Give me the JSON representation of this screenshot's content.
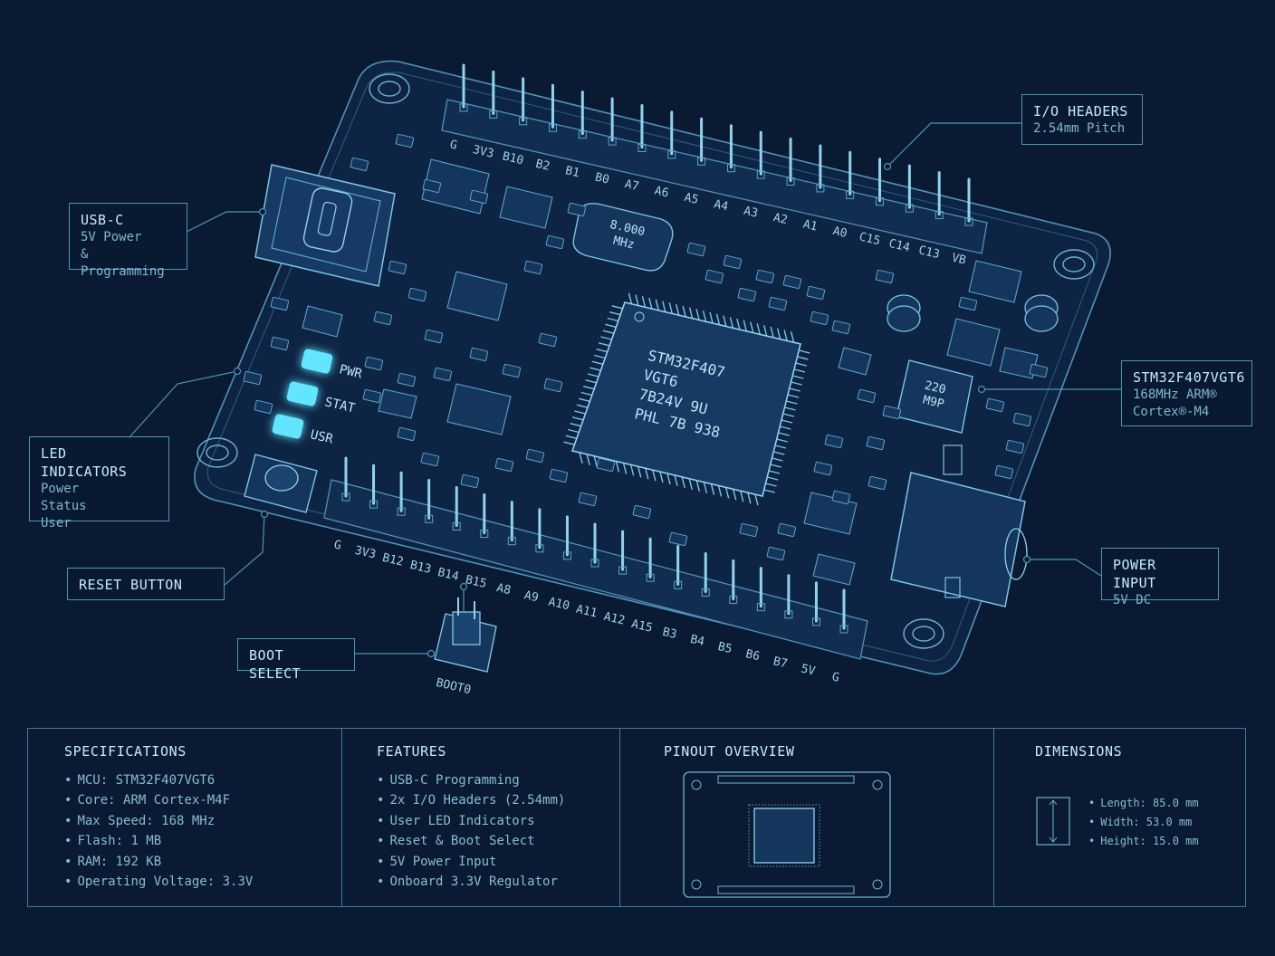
{
  "colors": {
    "background": "#0b1a33",
    "line": "#4f93b5",
    "accent": "#62e6ff",
    "led_glow": "#7ff3ff"
  },
  "board": {
    "top_header_pins": [
      "G",
      "3V3",
      "B10",
      "B2",
      "B1",
      "B0",
      "A7",
      "A6",
      "A5",
      "A4",
      "A3",
      "A2",
      "A1",
      "A0",
      "C15",
      "C14",
      "C13",
      "VB"
    ],
    "bottom_header_pins": [
      "G",
      "3V3",
      "B12",
      "B13",
      "B14",
      "B15",
      "A8",
      "A9",
      "A10",
      "A11",
      "A12",
      "A15",
      "B3",
      "B4",
      "B5",
      "B6",
      "B7",
      "5V",
      "G"
    ],
    "crystal_lines": [
      "8.000",
      "MHz"
    ],
    "chip_lines": [
      "STM32F407",
      "VGT6",
      "7B24V 9U",
      "PHL 7B 938"
    ],
    "inductor_lines": [
      "220",
      "M9P"
    ],
    "led_labels": [
      "PWR",
      "STAT",
      "USR"
    ],
    "boot_label": "BOOT0"
  },
  "callouts": {
    "io_headers": {
      "title": "I/O HEADERS",
      "lines": [
        "2.54mm Pitch"
      ]
    },
    "usb_c": {
      "title": "USB-C",
      "lines": [
        "5V Power",
        "& Programming"
      ]
    },
    "mcu": {
      "title": "STM32F407VGT6",
      "lines": [
        "168MHz ARM®",
        "Cortex®-M4"
      ]
    },
    "led_indicators": {
      "title": "LED INDICATORS",
      "lines": [
        "Power",
        "Status",
        "User"
      ]
    },
    "reset_button": {
      "title": "RESET BUTTON",
      "lines": []
    },
    "power_input": {
      "title": "POWER INPUT",
      "lines": [
        "5V DC"
      ]
    },
    "boot_select": {
      "title": "BOOT SELECT",
      "lines": []
    }
  },
  "info_panel": {
    "specifications": {
      "title": "SPECIFICATIONS",
      "items": [
        "MCU: STM32F407VGT6",
        "Core: ARM Cortex-M4F",
        "Max Speed: 168 MHz",
        "Flash: 1 MB",
        "RAM: 192 KB",
        "Operating Voltage: 3.3V"
      ]
    },
    "features": {
      "title": "FEATURES",
      "items": [
        "USB-C Programming",
        "2x I/O Headers (2.54mm)",
        "User LED Indicators",
        "Reset & Boot Select",
        "5V Power Input",
        "Onboard 3.3V Regulator"
      ]
    },
    "pinout": {
      "title": "PINOUT OVERVIEW"
    },
    "dimensions": {
      "title": "DIMENSIONS",
      "items": [
        "Length: 85.0 mm",
        "Width: 53.0 mm",
        "Height: 15.0 mm"
      ]
    }
  }
}
